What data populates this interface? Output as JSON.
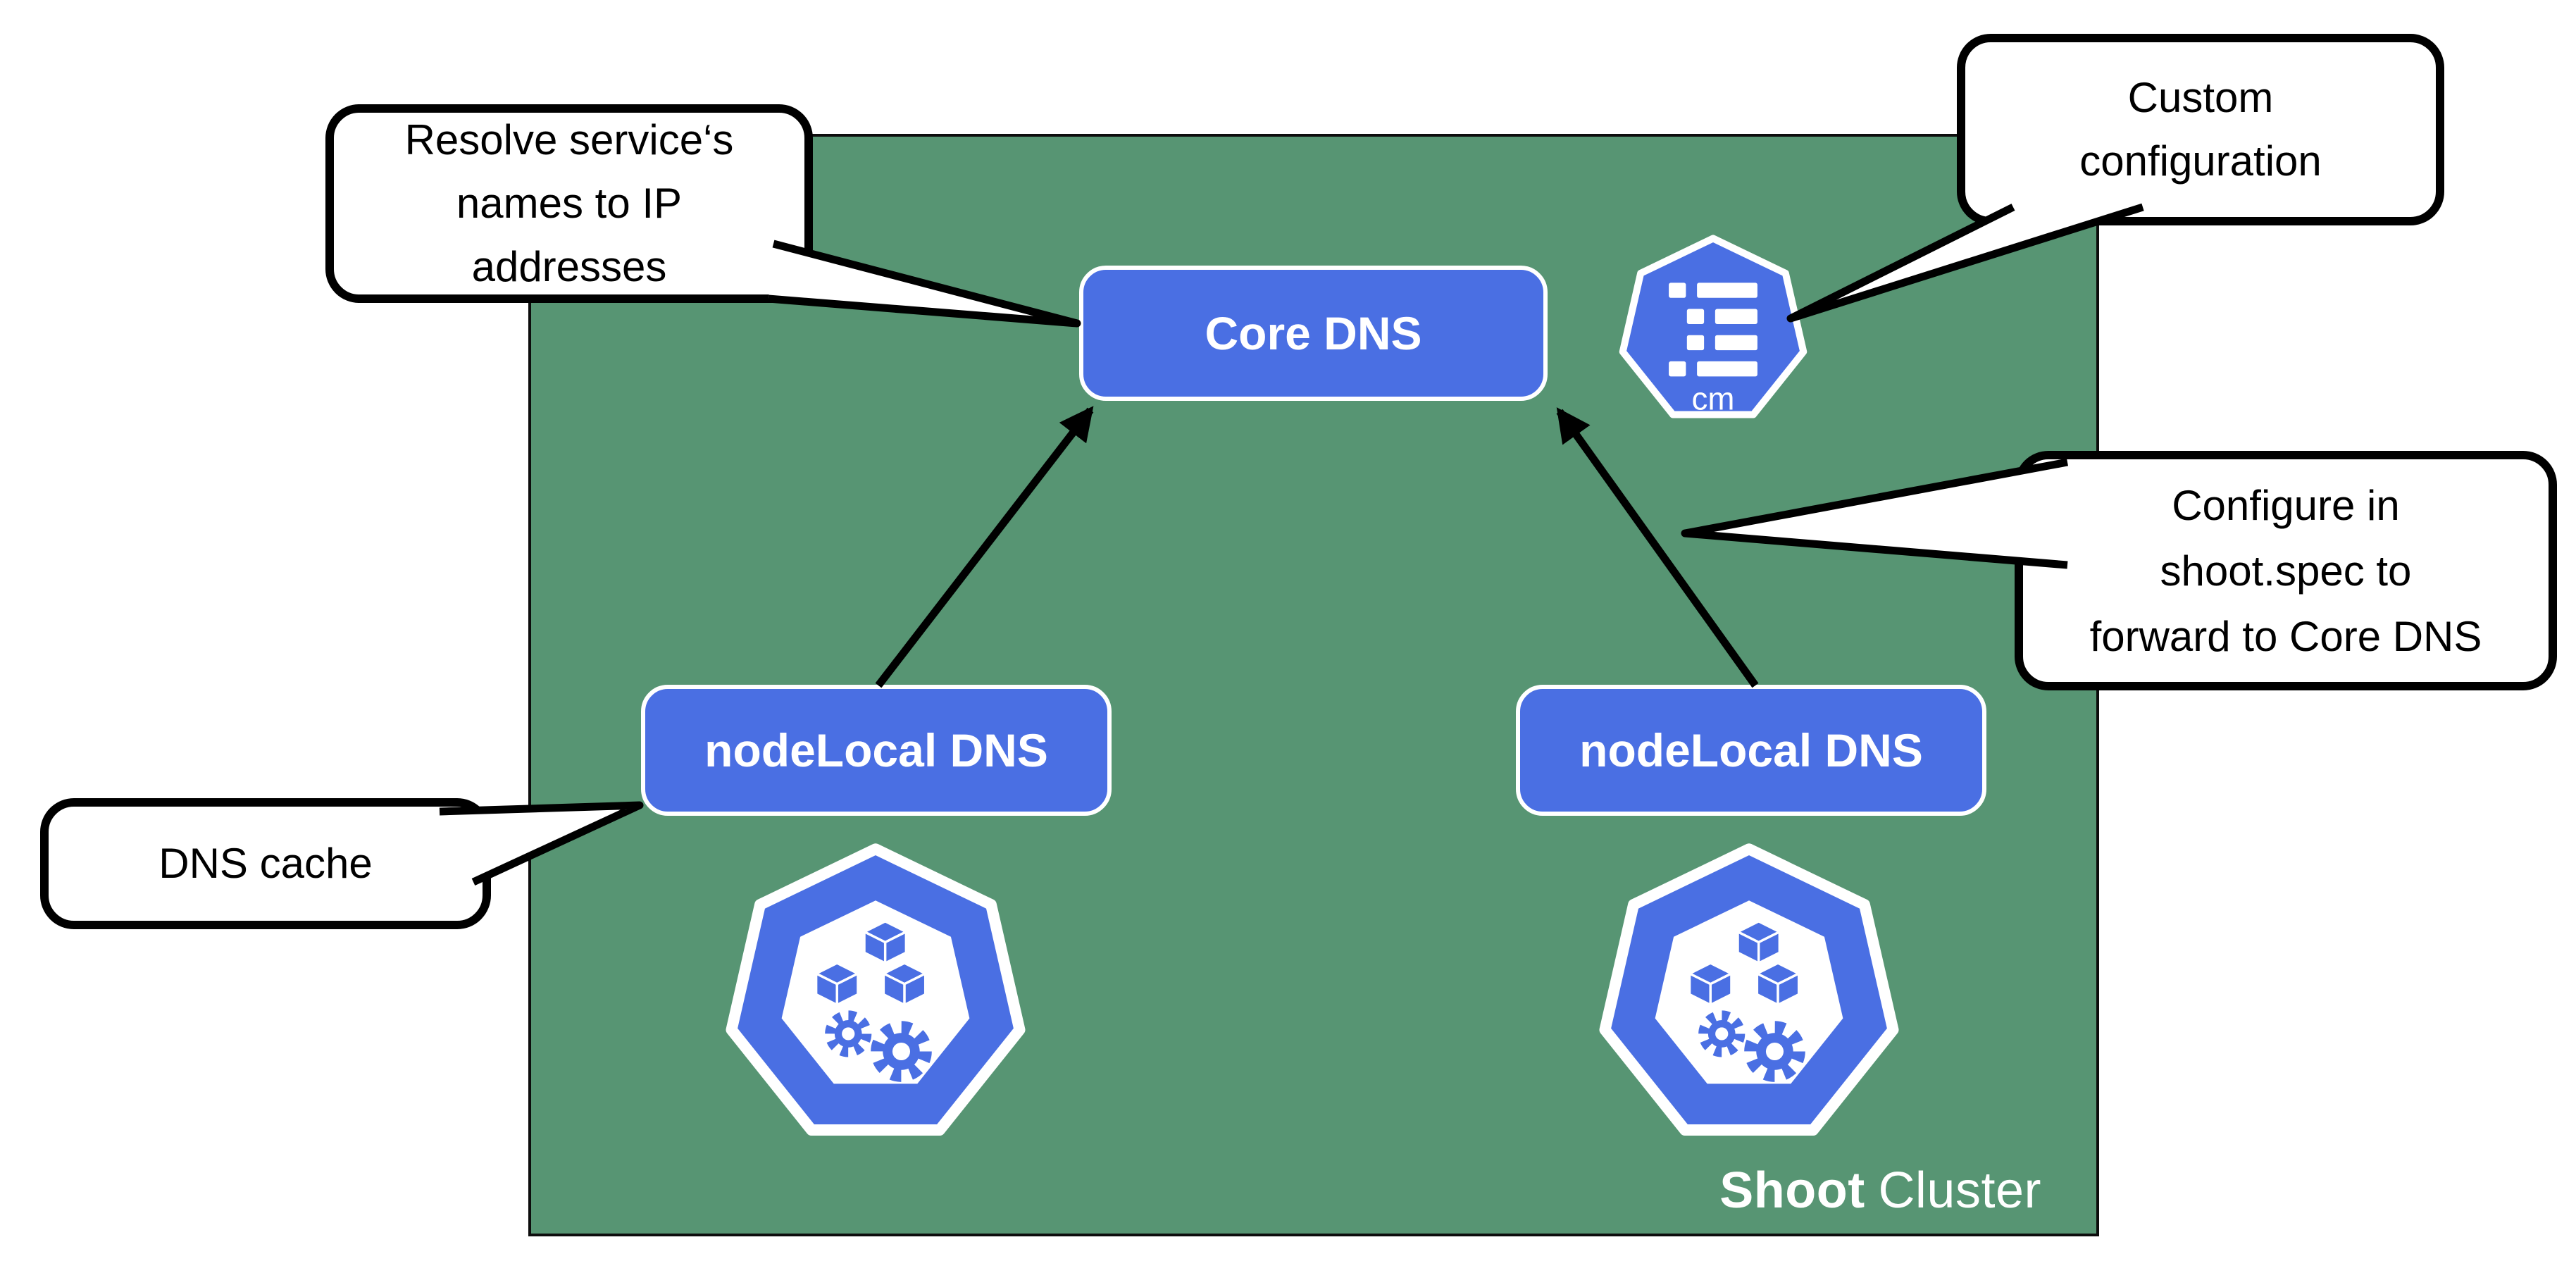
{
  "cluster": {
    "name_bold": "Shoot",
    "name_rest": "Cluster"
  },
  "nodes": {
    "core_dns": {
      "label": "Core DNS"
    },
    "node_local_left": {
      "label": "nodeLocal DNS"
    },
    "node_local_right": {
      "label": "nodeLocal DNS"
    }
  },
  "icons": {
    "configmap": {
      "label": "cm",
      "name": "configmap-icon"
    },
    "node_left": {
      "name": "kubernetes-node-icon"
    },
    "node_right": {
      "name": "kubernetes-node-icon"
    }
  },
  "callouts": {
    "resolve": {
      "text": "Resolve service‘s\nnames to IP\naddresses"
    },
    "custom_config": {
      "text": "Custom\nconfiguration"
    },
    "configure_spec": {
      "text": "Configure in\nshoot.spec to\nforward to Core DNS"
    },
    "dns_cache": {
      "text": "DNS cache"
    }
  },
  "colors": {
    "cluster_green": "#579573",
    "node_blue": "#4a6fe3",
    "callout_bg": "#ffffff",
    "outline": "#000000",
    "text_on_blue": "#ffffff"
  }
}
